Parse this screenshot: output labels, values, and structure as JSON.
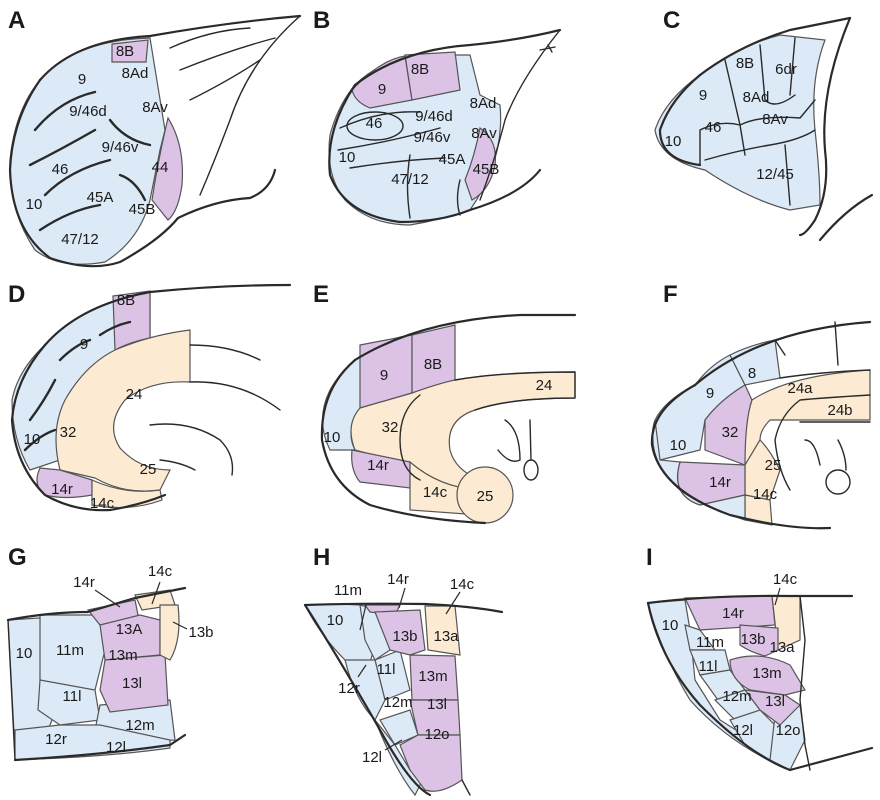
{
  "colors": {
    "blue": "#dce9f6",
    "purple": "#dcc3e6",
    "cream": "#fcebd2"
  },
  "panels": [
    {
      "letter": "A",
      "labels": [
        "8B",
        "9",
        "8Ad",
        "9/46d",
        "8Av",
        "9/46v",
        "46",
        "44",
        "10",
        "45A",
        "45B",
        "47/12"
      ]
    },
    {
      "letter": "B",
      "labels": [
        "8B",
        "9",
        "9/46d",
        "8Ad",
        "46",
        "9/46v",
        "8Av",
        "10",
        "45A",
        "45B",
        "47/12"
      ]
    },
    {
      "letter": "C",
      "labels": [
        "8B",
        "6dr",
        "9",
        "8Ad",
        "46",
        "8Av",
        "10",
        "12/45"
      ]
    },
    {
      "letter": "D",
      "labels": [
        "8B",
        "9",
        "24",
        "32",
        "10",
        "25",
        "14r",
        "14c"
      ]
    },
    {
      "letter": "E",
      "labels": [
        "24",
        "9",
        "8B",
        "32",
        "10",
        "14r",
        "14c",
        "25"
      ]
    },
    {
      "letter": "F",
      "labels": [
        "8",
        "9",
        "24a",
        "24b",
        "32",
        "10",
        "25",
        "14r",
        "14c"
      ]
    },
    {
      "letter": "G",
      "labels": [
        "14c",
        "14r",
        "13A",
        "13b",
        "10",
        "11m",
        "13m",
        "13l",
        "11l",
        "12m",
        "12r",
        "12l"
      ]
    },
    {
      "letter": "H",
      "labels": [
        "11m",
        "14r",
        "14c",
        "10",
        "13b",
        "13a",
        "11l",
        "13m",
        "12r",
        "12m",
        "13l",
        "12o",
        "12l"
      ]
    },
    {
      "letter": "I",
      "labels": [
        "14c",
        "14r",
        "10",
        "11m",
        "13b",
        "13a",
        "11l",
        "13m",
        "12m",
        "13l",
        "12l",
        "12o"
      ]
    }
  ]
}
